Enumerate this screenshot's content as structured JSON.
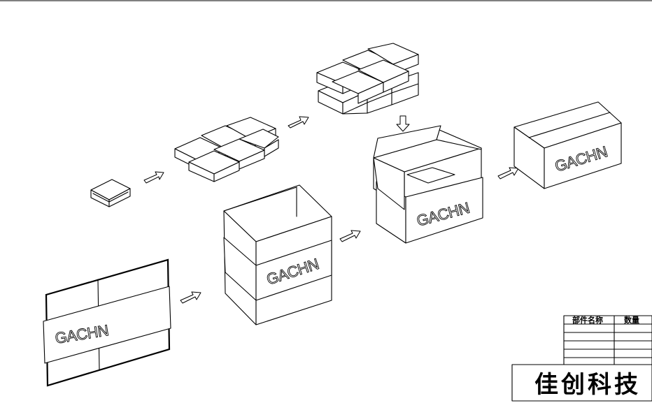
{
  "drawing": {
    "brand_on_box": "GACHN"
  },
  "title_block": {
    "col_part_name": "部件名称",
    "col_quantity": "数量",
    "company_name": "佳创科技"
  },
  "colors": {
    "line": "#000000",
    "background": "#ffffff"
  }
}
